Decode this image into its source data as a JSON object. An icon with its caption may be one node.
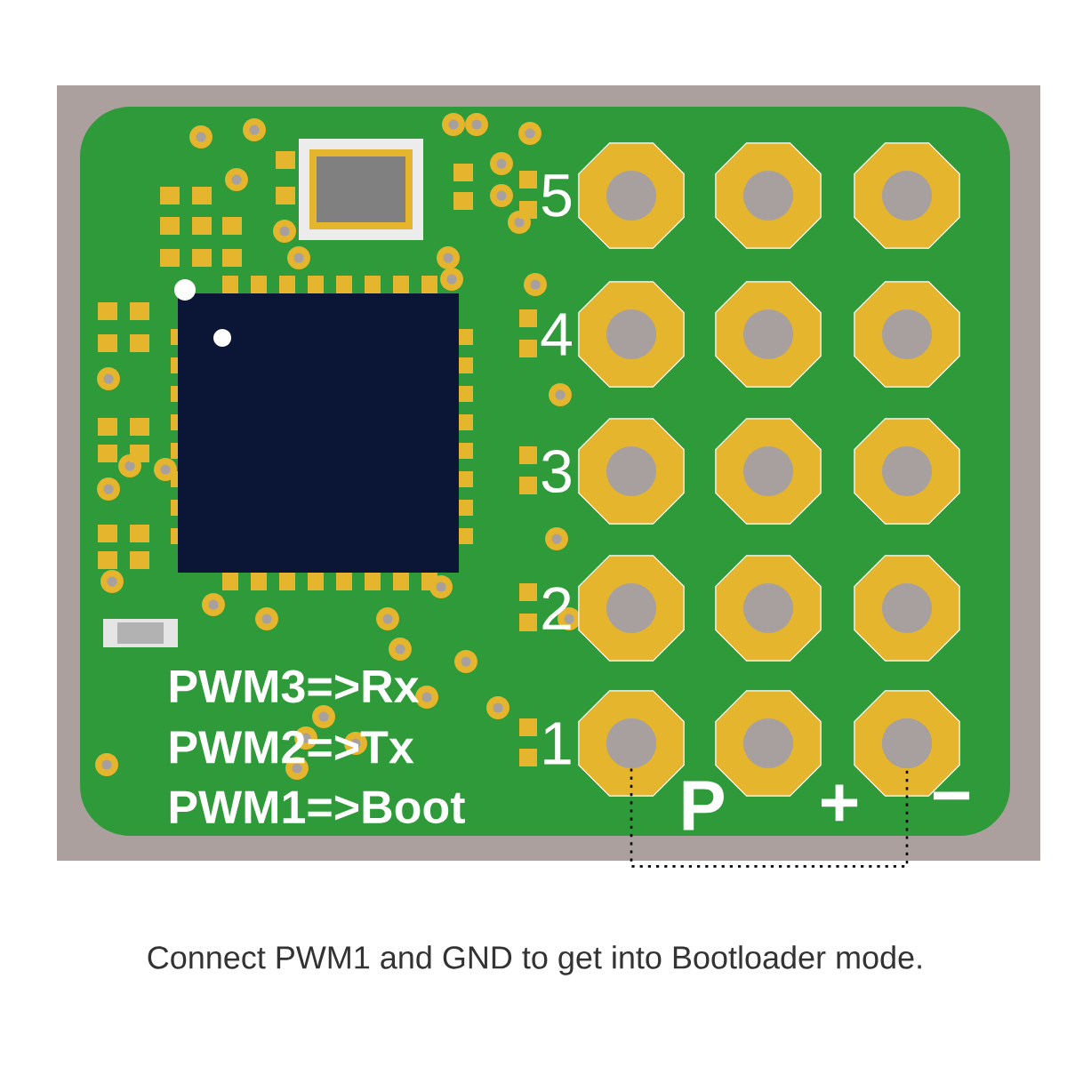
{
  "diagram": {
    "caption": "Connect PWM1 and GND to get into Bootloader mode.",
    "nodes": [
      {
        "text": [],
        "shape": "circle"
      },
      {
        "text": [],
        "shape": "circle"
      }
    ],
    "edges": [
      {
        "from": 0,
        "to": 1,
        "arrow": "none",
        "style": "dashed"
      }
    ],
    "labels": [
      "5",
      "4",
      "3",
      "2",
      "1",
      "PWM3=>Rx",
      "PWM2=>Tx",
      "PWM1=>Boot",
      "P",
      "+",
      "−"
    ]
  }
}
